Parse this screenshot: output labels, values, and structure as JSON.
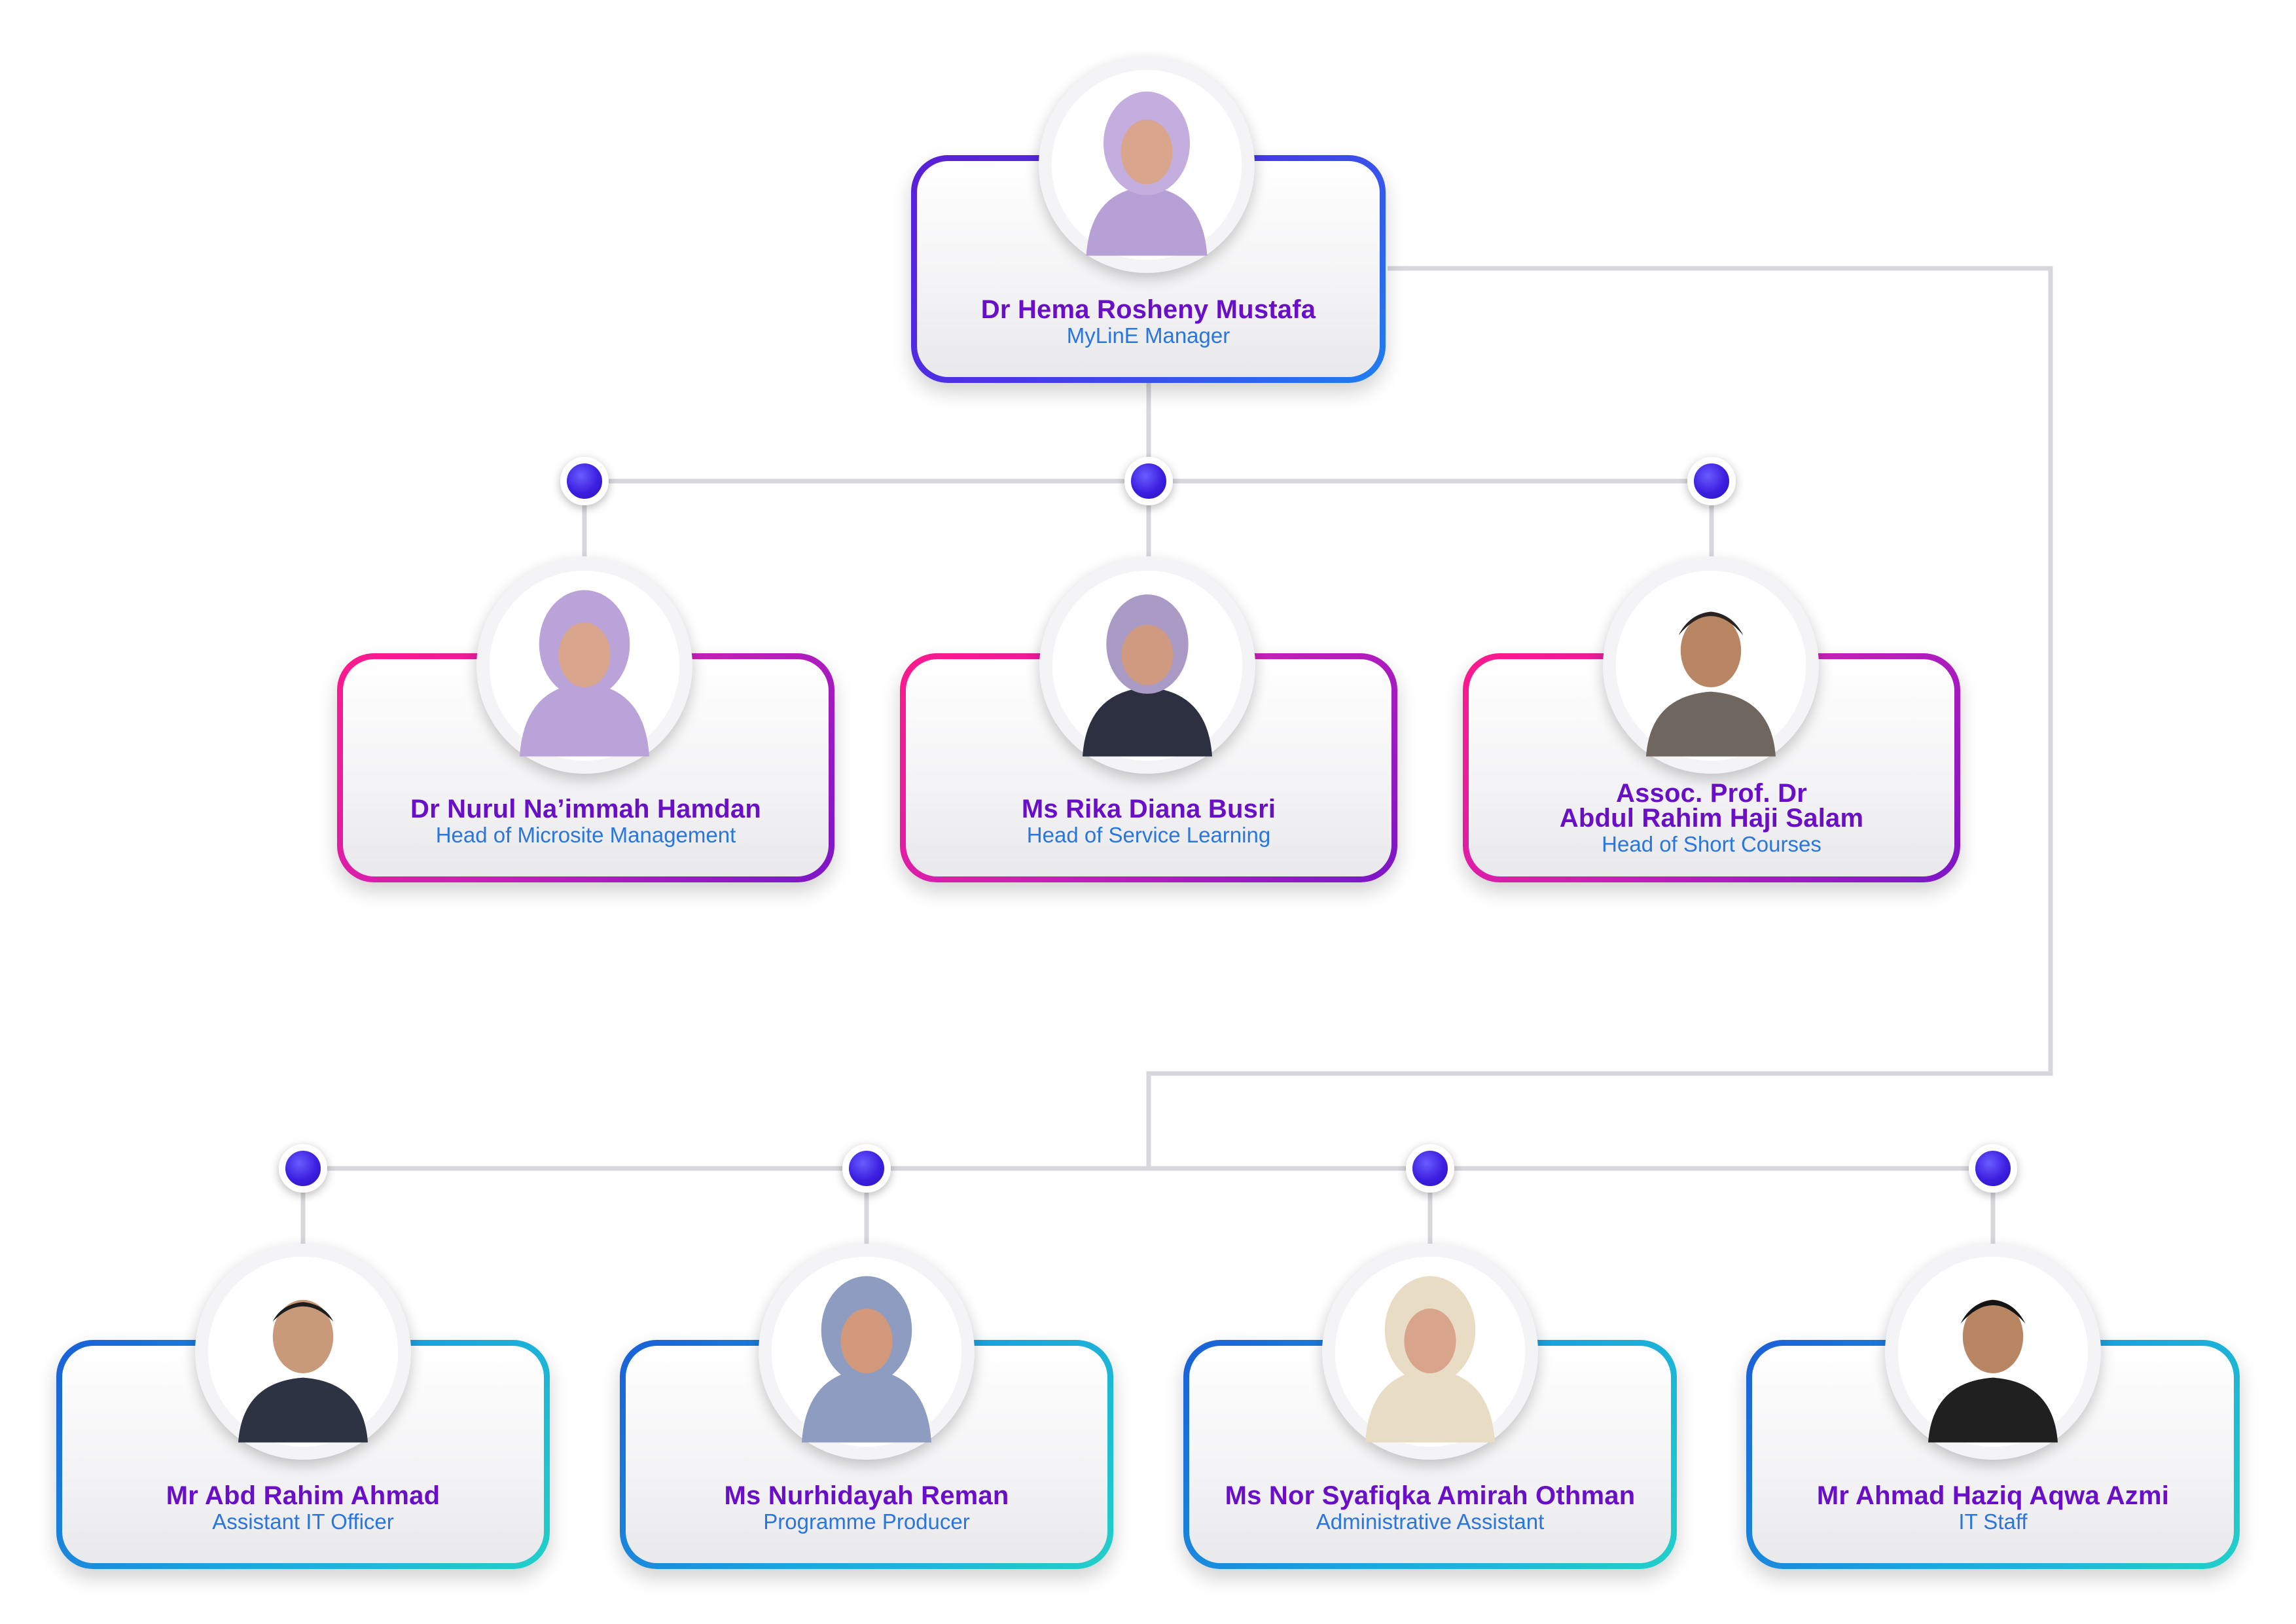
{
  "manager": {
    "name": "Dr Hema Rosheny Mustafa",
    "role": "MyLinE Manager"
  },
  "heads": [
    {
      "name": "Dr Nurul Na’immah Hamdan",
      "role": "Head of Microsite Management",
      "avatar_color": "#b9a3d8"
    },
    {
      "name": "Ms Rika Diana Busri",
      "role": "Head of Service Learning",
      "avatar_color": "#a99bc6"
    },
    {
      "name_lines": [
        "Assoc. Prof. Dr",
        "Abdul Rahim Haji Salam"
      ],
      "role": "Head of Short Courses",
      "avatar_color": "#6f6660"
    }
  ],
  "staff": [
    {
      "name": "Mr Abd Rahim Ahmad",
      "role": "Assistant IT Officer",
      "avatar_color": "#2e3344"
    },
    {
      "name": "Ms Nurhidayah Reman",
      "role": "Programme Producer",
      "avatar_color": "#8f9cc2"
    },
    {
      "name": "Ms Nor Syafiqka Amirah Othman",
      "role": "Administrative Assistant",
      "avatar_color": "#e8dcc4"
    },
    {
      "name": "Mr Ahmad Haziq Aqwa Azmi",
      "role": "IT Staff",
      "avatar_color": "#202020"
    }
  ],
  "colors": {
    "name_text": "#6a0fc8",
    "role_text": "#2a76e0",
    "manager_border": "#4a33e8",
    "head_border": "#d21fb0",
    "staff_border": "#1aa6de",
    "connector": "#d8d8dc",
    "node_dot": "#3b1fe0"
  },
  "icons": {
    "avatar": "person-photo-icon",
    "node": "connector-node-icon"
  }
}
